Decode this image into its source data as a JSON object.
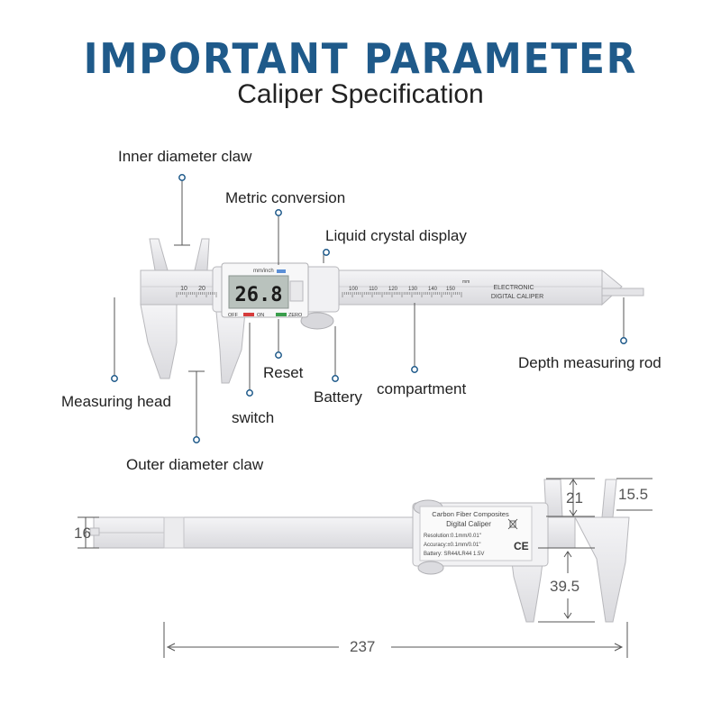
{
  "title": "IMPORTANT PARAMETER",
  "subtitle": "Caliper Specification",
  "labels": {
    "inner_claw": "Inner diameter claw",
    "metric": "Metric conversion",
    "lcd": "Liquid crystal display",
    "depth_rod": "Depth measuring rod",
    "reset": "Reset",
    "compartment": "compartment",
    "battery": "Battery",
    "measuring_head": "Measuring head",
    "switch": "switch",
    "outer_claw": "Outer diameter claw"
  },
  "display": {
    "reading": "26.8",
    "unit_label": "mm/inch",
    "off": "OFF",
    "on": "ON",
    "zero": "ZERO"
  },
  "scale": {
    "ticks_left": [
      "10",
      "20"
    ],
    "ticks_right": [
      "100",
      "110",
      "120",
      "130",
      "140",
      "150"
    ],
    "unit_mm": "mm",
    "brand_line1": "ELECTRONIC",
    "brand_line2": "DIGITAL CALIPER"
  },
  "back_label": {
    "line1": "Carbon Fiber Composites",
    "line2": "Digital Caliper",
    "line3": "Resolution:0.1mm/0.01\"",
    "line4": "Accuracy:±0.1mm/0.01\"",
    "line5": "Battery: SR44/LR44 1.5V",
    "ce": "CE"
  },
  "dimensions": {
    "total_length": "237",
    "inner_jaw": "21",
    "inner_jaw_width": "15.5",
    "outer_jaw": "39.5",
    "beam_width": "16"
  },
  "colors": {
    "title": "#1f5a8a",
    "body": "#e9e9eb",
    "outline": "#b8b8bc",
    "pointer": "#1f5a8a",
    "lcd": "#b9c2bd"
  }
}
